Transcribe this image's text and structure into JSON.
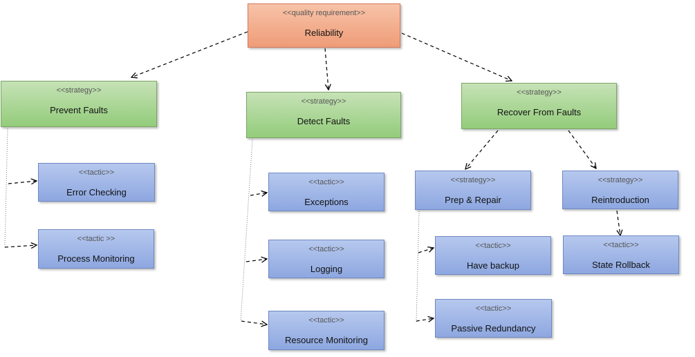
{
  "nodes": {
    "reliability": {
      "stereotype": "<<quality requirement>>",
      "name": "Reliability"
    },
    "prevent_faults": {
      "stereotype": "<<strategy>>",
      "name": "Prevent Faults"
    },
    "detect_faults": {
      "stereotype": "<<strategy>>",
      "name": "Detect Faults"
    },
    "recover_faults": {
      "stereotype": "<<strategy>>",
      "name": "Recover From Faults"
    },
    "error_checking": {
      "stereotype": "<<tactic>>",
      "name": "Error Checking"
    },
    "process_monitoring": {
      "stereotype": "<<tactic >>",
      "name": "Process Monitoring"
    },
    "exceptions": {
      "stereotype": "<<tactic>>",
      "name": "Exceptions"
    },
    "logging": {
      "stereotype": "<<tactic>>",
      "name": "Logging"
    },
    "resource_monitoring": {
      "stereotype": "<<tactic>>",
      "name": "Resource Monitoring"
    },
    "prep_repair": {
      "stereotype": "<<strategy>>",
      "name": "Prep & Repair"
    },
    "reintroduction": {
      "stereotype": "<<strategy>>",
      "name": "Reintroduction"
    },
    "have_backup": {
      "stereotype": "<<tactic>>",
      "name": "Have backup"
    },
    "passive_redundancy": {
      "stereotype": "<<tactic>>",
      "name": "Passive Redundancy"
    },
    "state_rollback": {
      "stereotype": "<<tactic>>",
      "name": "State Rollback"
    }
  }
}
